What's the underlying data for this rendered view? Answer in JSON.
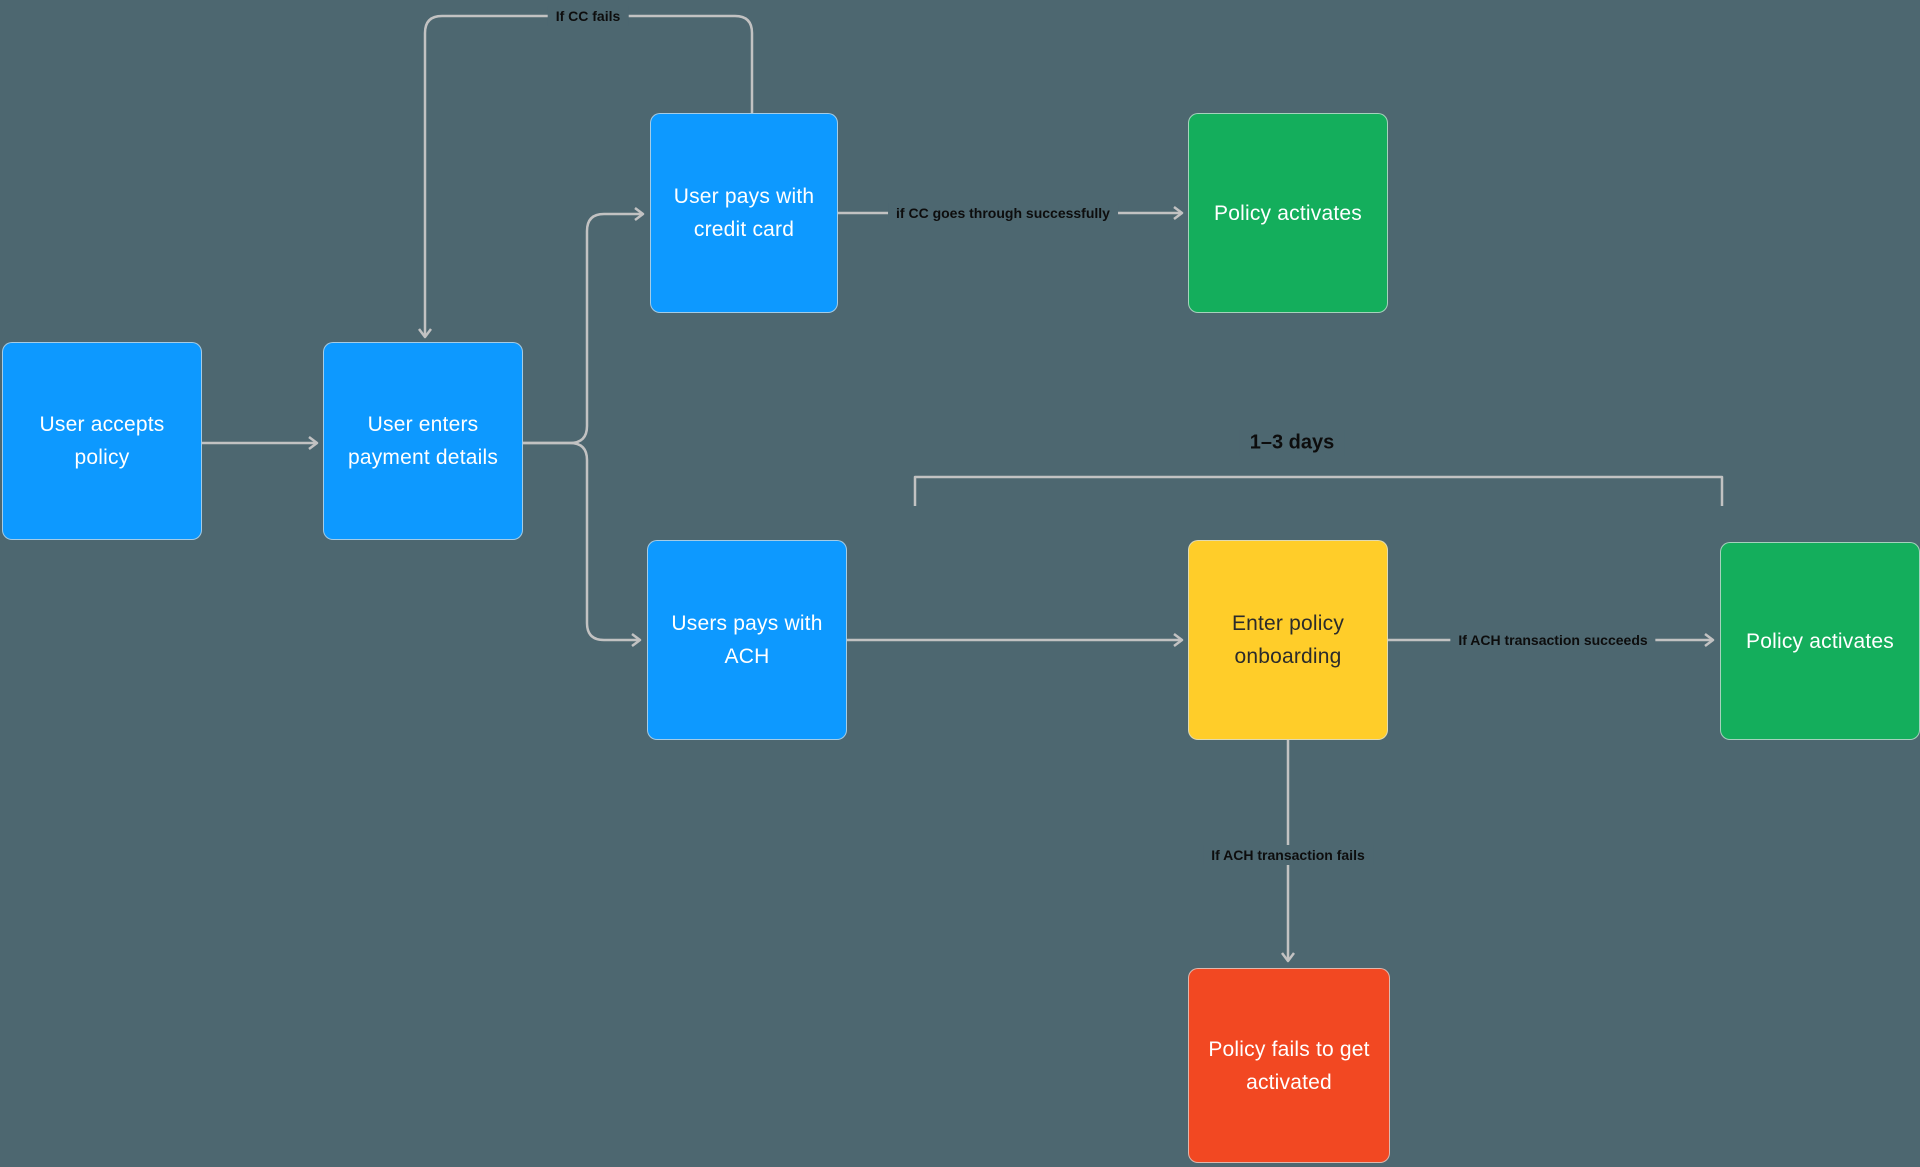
{
  "canvas": {
    "background_color": "#4D6770",
    "connector_color": "#C2C2C2"
  },
  "nodes": {
    "accept_policy": {
      "label": "User accepts policy",
      "color": "#0D99FF",
      "text_color": "#FFFFFF"
    },
    "enter_payment": {
      "label": "User enters payment details",
      "color": "#0D99FF",
      "text_color": "#FFFFFF"
    },
    "pay_credit_card": {
      "label": "User pays with credit card",
      "color": "#0D99FF",
      "text_color": "#FFFFFF"
    },
    "policy_activates_cc": {
      "label": "Policy activates",
      "color": "#14AE5C",
      "text_color": "#FFFFFF"
    },
    "pay_ach": {
      "label": "Users pays with ACH",
      "color": "#0D99FF",
      "text_color": "#FFFFFF"
    },
    "enter_onboarding": {
      "label": "Enter policy onboarding",
      "color": "#FFCD29",
      "text_color": "#2B2B2B"
    },
    "policy_activates_ach": {
      "label": "Policy activates",
      "color": "#14AE5C",
      "text_color": "#FFFFFF"
    },
    "policy_fails": {
      "label": "Policy fails to get activated",
      "color": "#F24822",
      "text_color": "#FFFFFF"
    }
  },
  "edge_labels": {
    "cc_fails": "If CC fails",
    "cc_success": "if CC goes through successfully",
    "ach_succeeds": "If ACH transaction succeeds",
    "ach_fails": "If ACH transaction fails",
    "duration": "1–3 days"
  }
}
